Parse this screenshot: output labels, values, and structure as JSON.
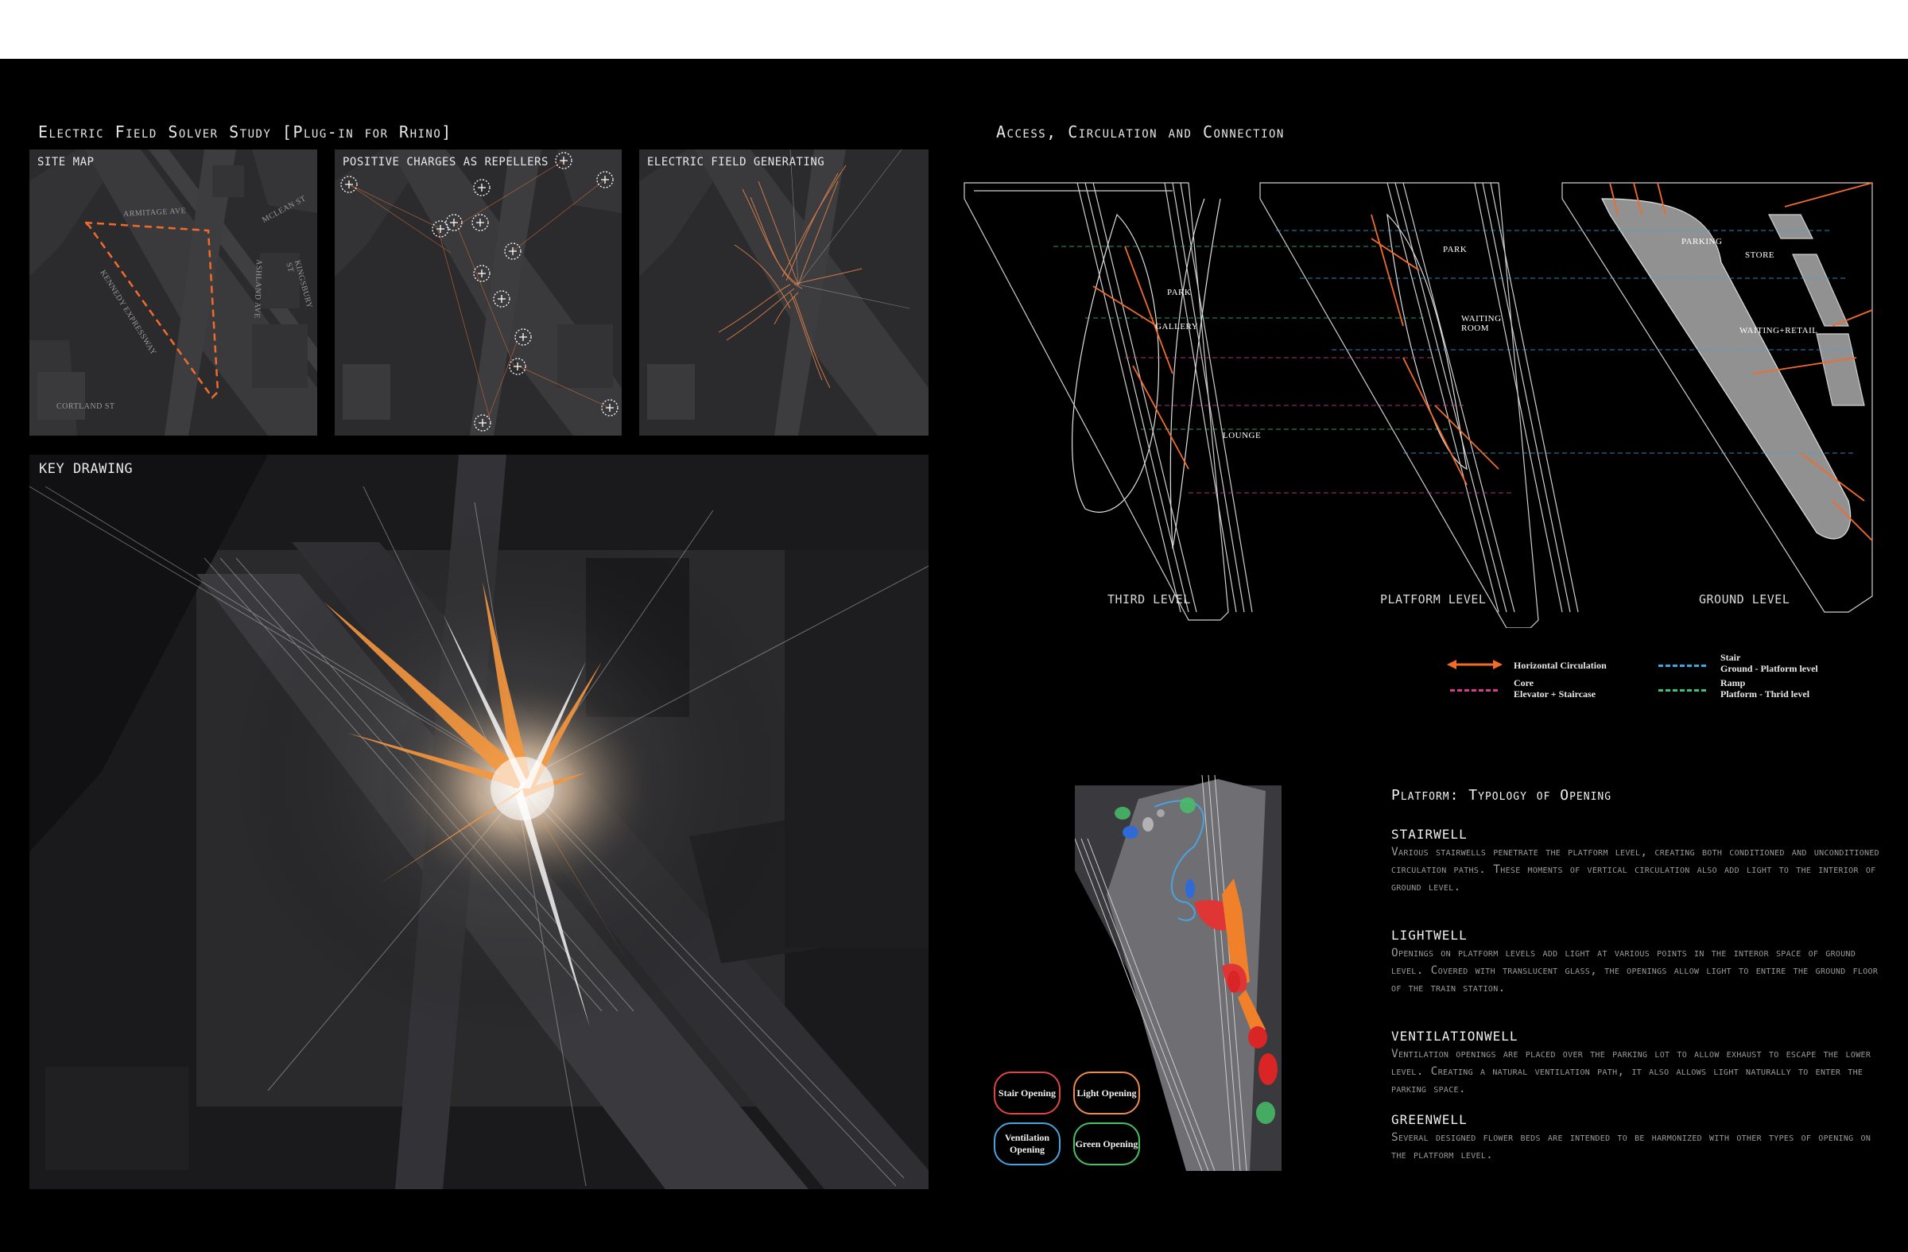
{
  "left_title": "Electric Field Solver Study [Plug-in for Rhino]",
  "right_title": "Access, Circulation and Connection",
  "panels": {
    "site_map": "SITE MAP",
    "positive_charges": "POSITIVE CHARGES AS REPELLERS",
    "electric_field": "ELECTRIC FIELD GENERATING",
    "key_drawing": "KEY DRAWING"
  },
  "streets": {
    "armitage": "ARMITAGE AVE",
    "mclean": "MCLEAN ST",
    "kennedy": "KENNEDY EXPRESSWAY",
    "ashland": "ASHLAND AVE",
    "kingsbury": "KINGSBURY ST",
    "cortland": "CORTLAND ST"
  },
  "levels": {
    "third": "THIRD LEVEL",
    "platform": "PLATFORM LEVEL",
    "ground": "GROUND LEVEL"
  },
  "plan_labels": {
    "park": "PARK",
    "gallery": "GALLERY",
    "lounge": "LOUNGE",
    "park2": "PARK",
    "waiting_room": "WAITING ROOM",
    "parking": "PARKING",
    "store": "STORE",
    "waiting_retail": "WAITING+RETAIL"
  },
  "legend": {
    "horizontal": "Horizontal Circulation",
    "core_1": "Core",
    "core_2": "Elevator + Staircase",
    "stair_1": "Stair",
    "stair_2": "Ground - Platform level",
    "ramp_1": "Ramp",
    "ramp_2": "Platform - Thrid level"
  },
  "openings": {
    "stair": "Stair Opening",
    "light": "Light Opening",
    "ventilation": "Ventilation Opening",
    "green": "Green Opening"
  },
  "typology": {
    "title": "Platform: Typology of Opening",
    "stairwell_h": "STAIRWELL",
    "stairwell_p": "Various stairwells penetrate the platform level, creating both conditioned and unconditioned circulation paths. These moments of vertical circulation also add light to the interior of ground level.",
    "lightwell_h": "LIGHTWELL",
    "lightwell_p": "Openings on platform levels add light at various points in the interor space of ground level. Covered with translucent glass, the openings allow light to entire the ground floor of the train station.",
    "ventilation_h": "VENTILATIONWELL",
    "ventilation_p": "Ventilation openings are placed over the parking lot to allow exhaust to escape the lower level. Creating a natural ventilation path, it also allows light naturally to enter the parking space.",
    "green_h": "GREENWELL",
    "green_p": "Several designed flower beds are intended to be harmonized with other types of opening on the platform level."
  },
  "colors": {
    "orange": "#f26b2a",
    "magenta": "#d63c8a",
    "cyan": "#3aa8e0",
    "green": "#3fbf7f",
    "stair_red": "#e04545",
    "light_orange": "#f08a4a",
    "vent_blue": "#4aa3e0",
    "green_op": "#48c068"
  }
}
